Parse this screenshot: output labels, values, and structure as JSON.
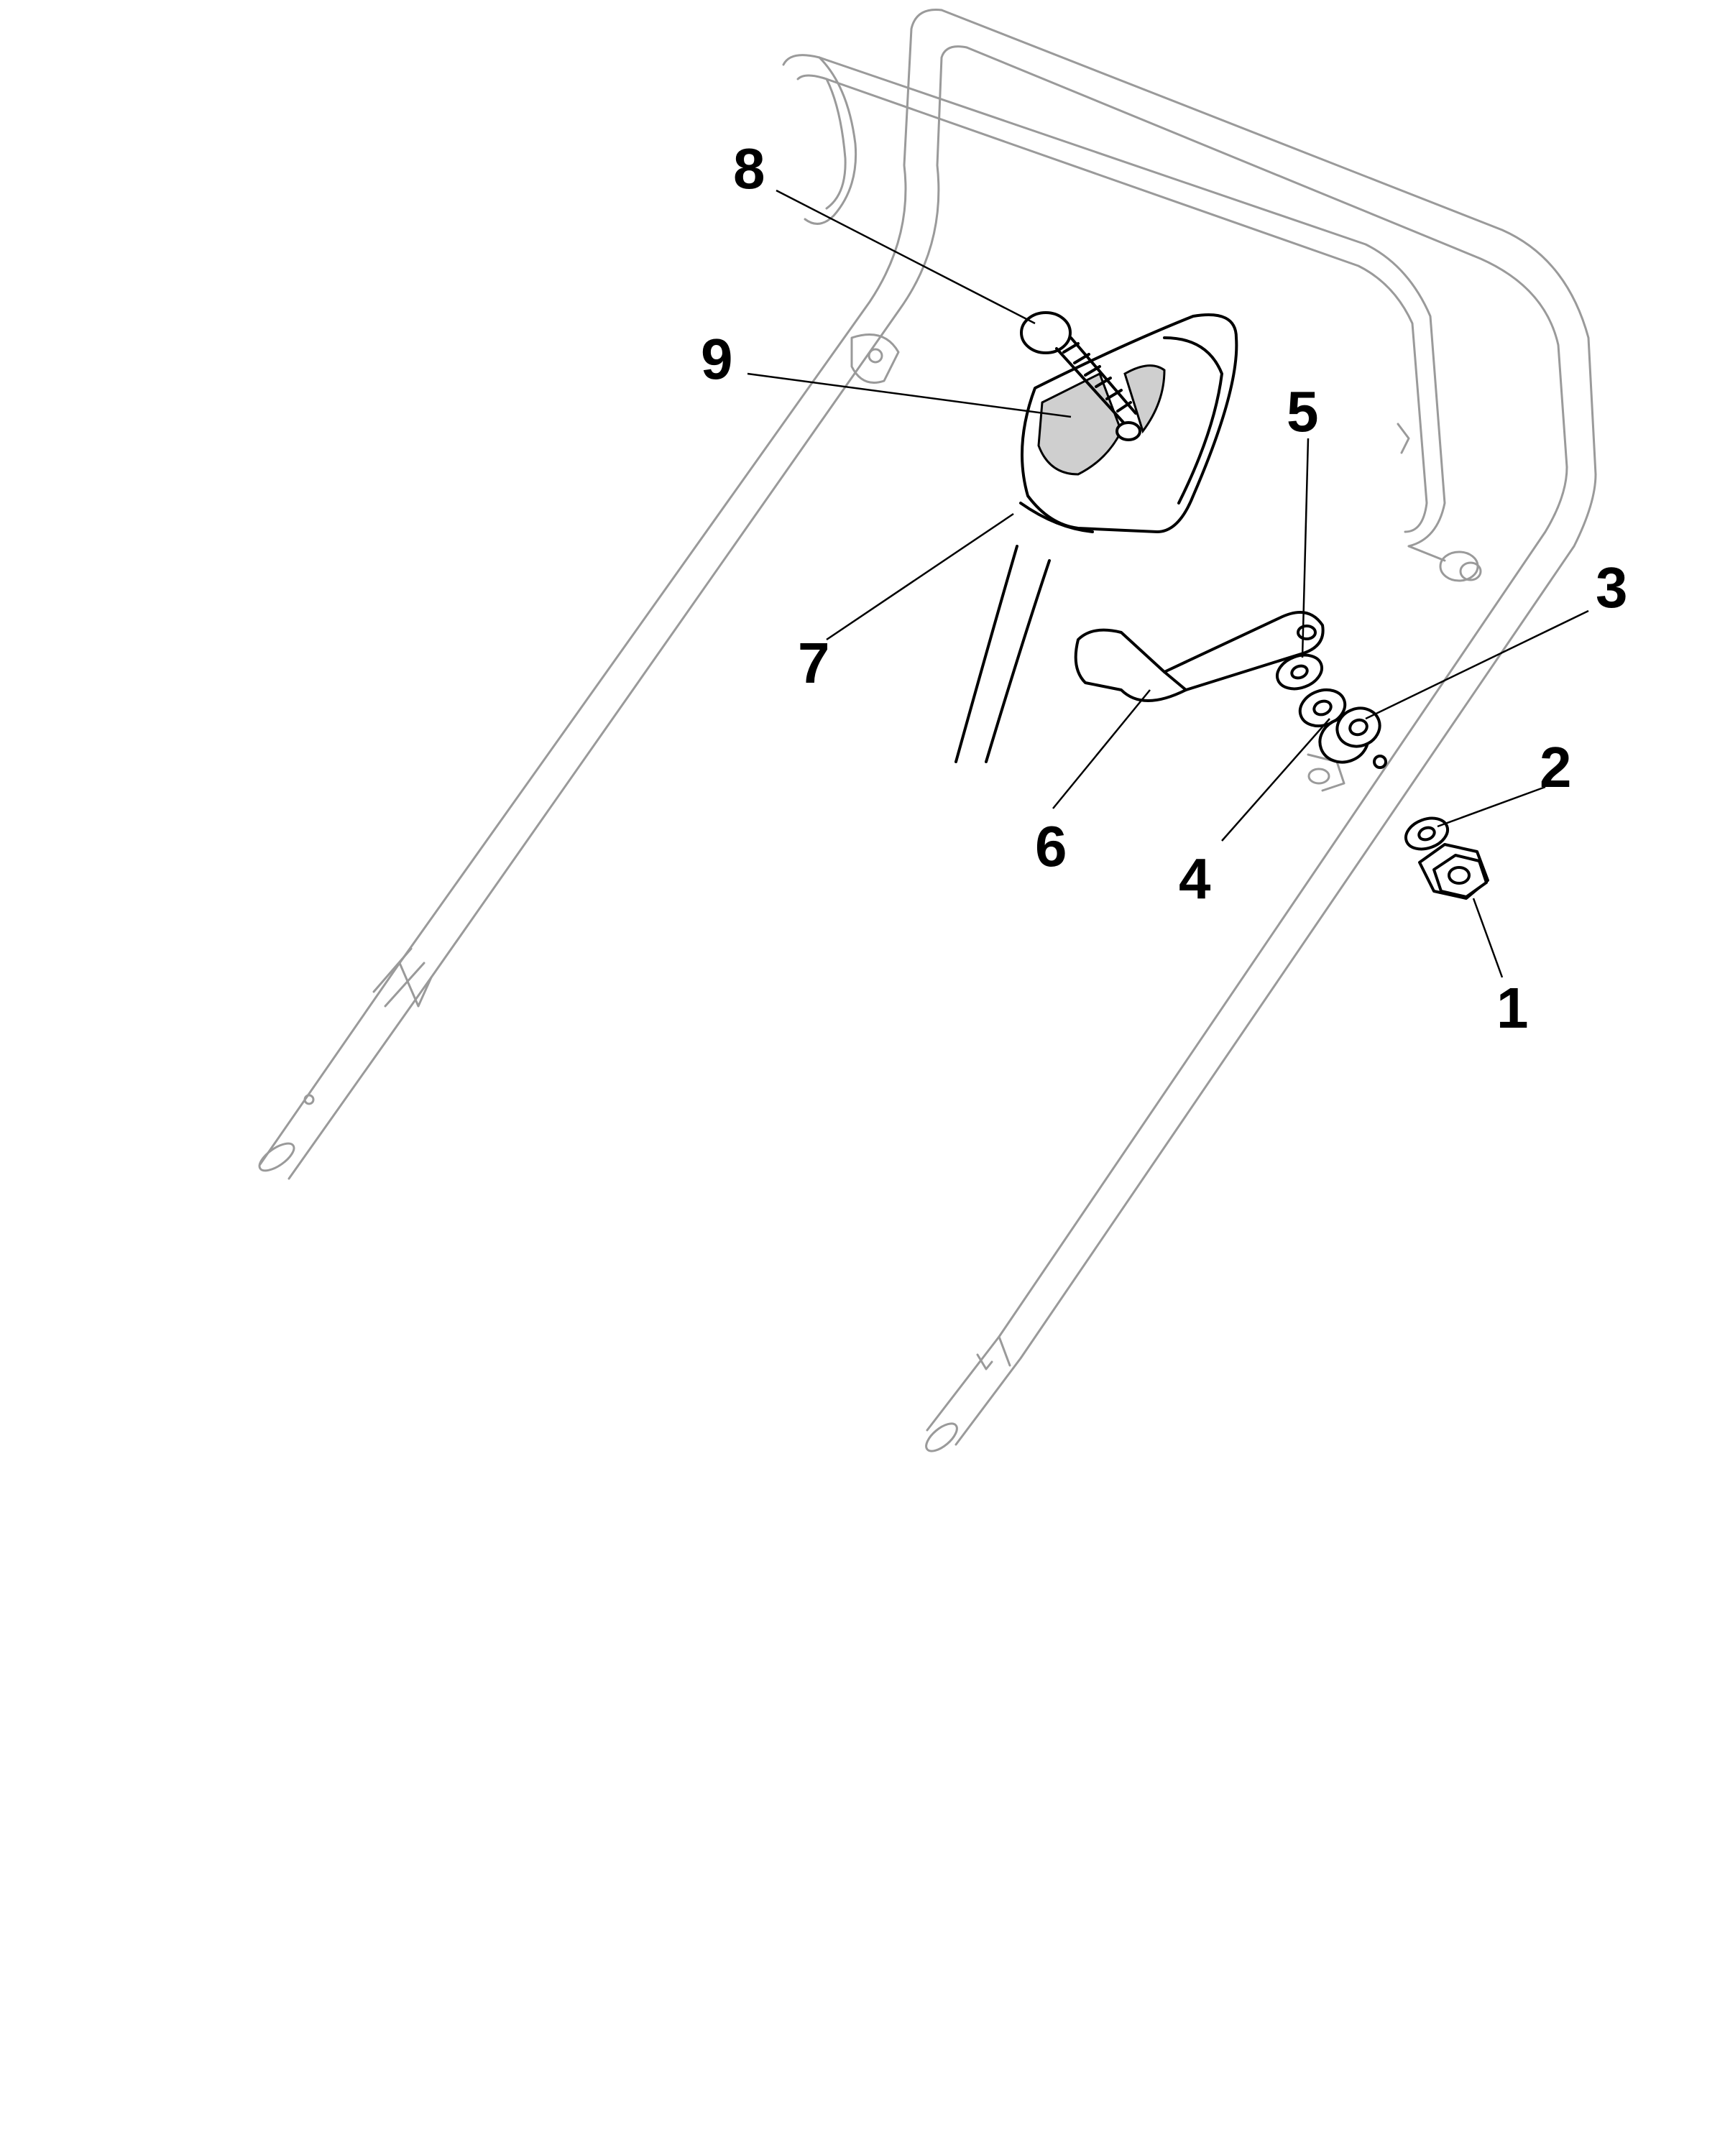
{
  "diagram": {
    "colors": {
      "handle_stroke": "#9a9a9a",
      "part_stroke": "#000000",
      "decal_fill": "#cfcfcf",
      "background": "#ffffff"
    },
    "callouts": [
      {
        "id": "1",
        "label": "1"
      },
      {
        "id": "2",
        "label": "2"
      },
      {
        "id": "3",
        "label": "3"
      },
      {
        "id": "4",
        "label": "4"
      },
      {
        "id": "5",
        "label": "5"
      },
      {
        "id": "6",
        "label": "6"
      },
      {
        "id": "7",
        "label": "7"
      },
      {
        "id": "8",
        "label": "8"
      },
      {
        "id": "9",
        "label": "9"
      }
    ]
  }
}
